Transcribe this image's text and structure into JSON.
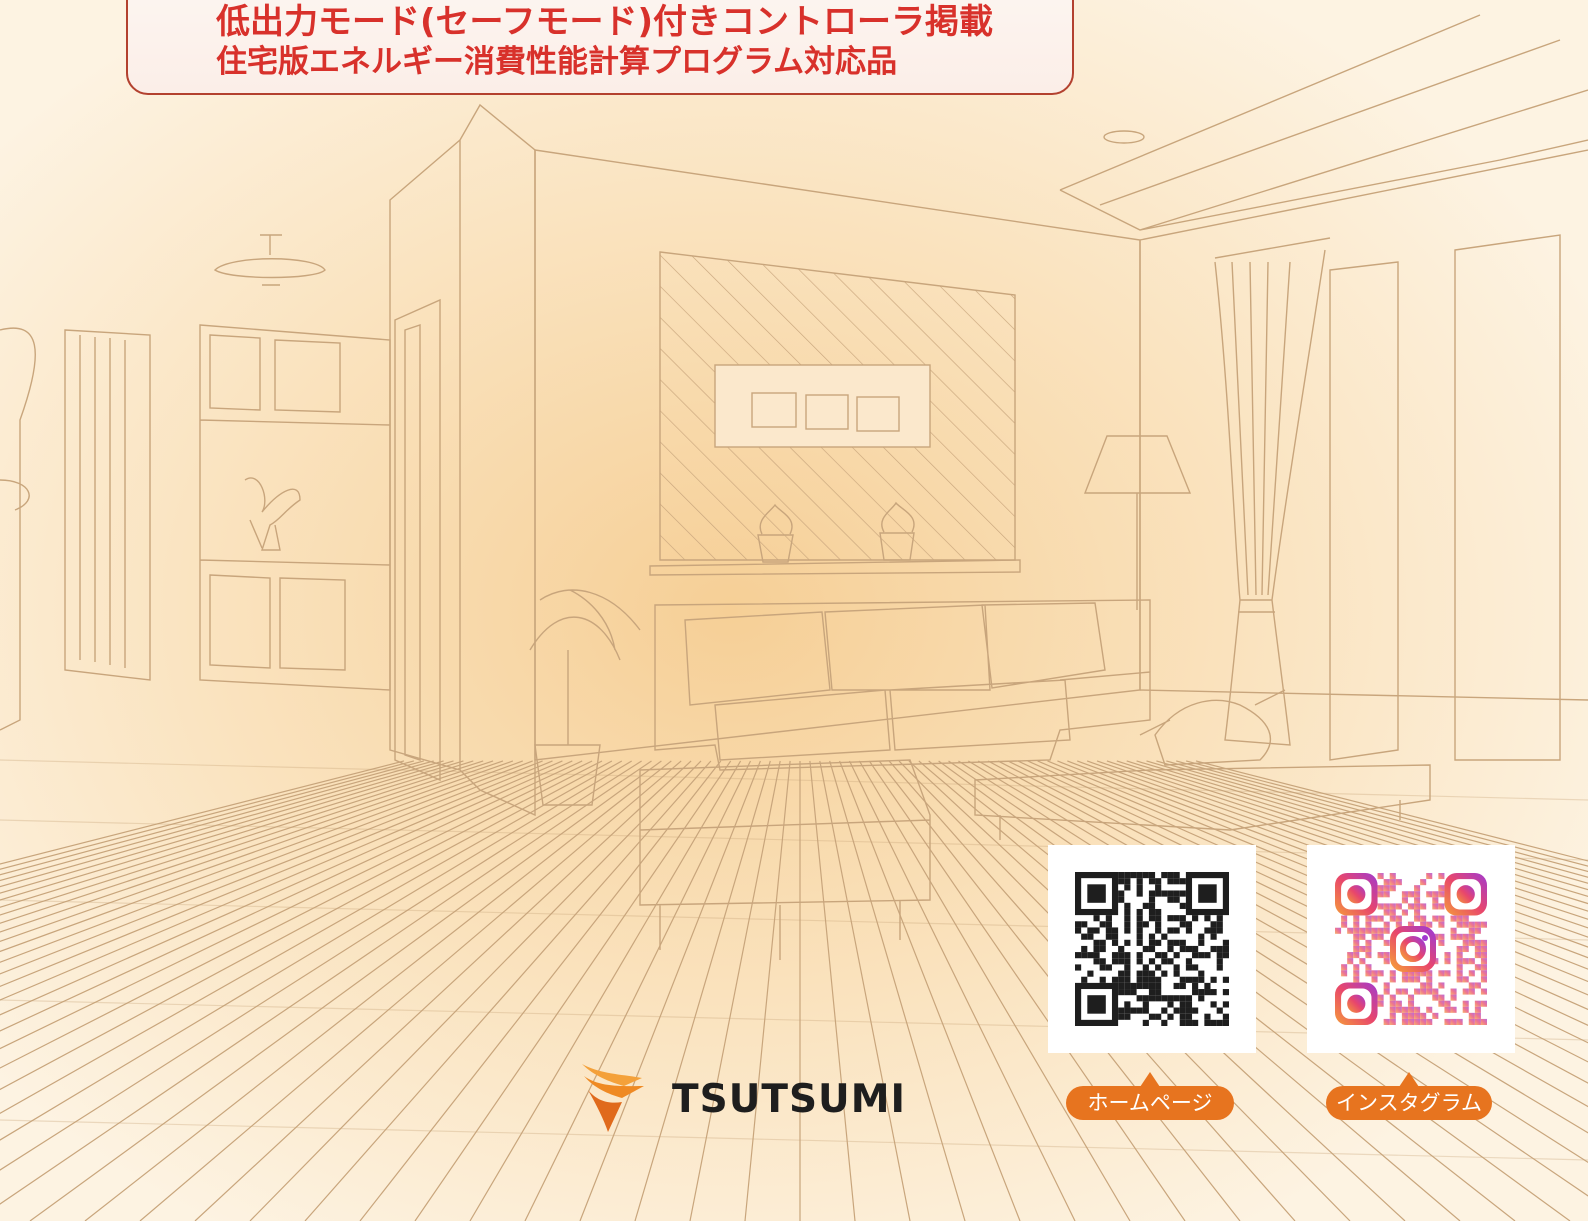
{
  "banner": {
    "line1": "低出力モード(セーフモード)付きコントローラ掲載",
    "line2": "住宅版エネルギー消費性能計算プログラム対応品"
  },
  "qr_home": {
    "label": "ホームページ"
  },
  "qr_instagram": {
    "label": "インスタグラム"
  },
  "logo": {
    "text": "TSUTSUMI"
  },
  "colors": {
    "line": "#c8a57c",
    "banner_text": "#d8312b",
    "banner_border": "#b3412f",
    "tag": "#e7741f",
    "logo_orange": "#ef8a23",
    "insta_gradient": [
      "#f59b3a",
      "#e8466c",
      "#a13ad0"
    ]
  }
}
